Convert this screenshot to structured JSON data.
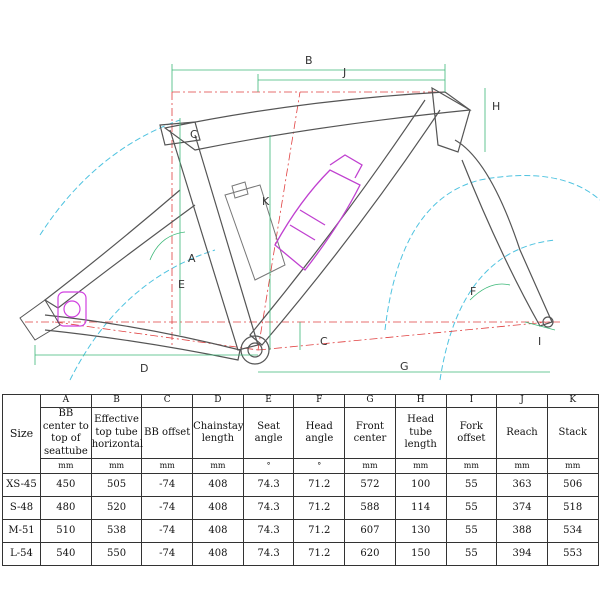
{
  "dimension_letters": [
    "A",
    "B",
    "C",
    "D",
    "E",
    "F",
    "G",
    "H",
    "I",
    "J",
    "K"
  ],
  "table": {
    "size_header": "Size",
    "columns": [
      {
        "letter": "A",
        "name": "BB center to top of seattube",
        "unit": "mm"
      },
      {
        "letter": "B",
        "name": "Effective top tube horizontal",
        "unit": "mm"
      },
      {
        "letter": "C",
        "name": "BB offset",
        "unit": "mm"
      },
      {
        "letter": "D",
        "name": "Chainstay length",
        "unit": "mm"
      },
      {
        "letter": "E",
        "name": "Seat angle",
        "unit": "°"
      },
      {
        "letter": "F",
        "name": "Head angle",
        "unit": "°"
      },
      {
        "letter": "G",
        "name": "Front center",
        "unit": "mm"
      },
      {
        "letter": "H",
        "name": "Head tube length",
        "unit": "mm"
      },
      {
        "letter": "I",
        "name": "Fork offset",
        "unit": "mm"
      },
      {
        "letter": "J",
        "name": "Reach",
        "unit": "mm"
      },
      {
        "letter": "K",
        "name": "Stack",
        "unit": "mm"
      }
    ],
    "rows": [
      {
        "size": "XS-45",
        "values": [
          "450",
          "505",
          "-74",
          "408",
          "74.3",
          "71.2",
          "572",
          "100",
          "55",
          "363",
          "506"
        ]
      },
      {
        "size": "S-48",
        "values": [
          "480",
          "520",
          "-74",
          "408",
          "74.3",
          "71.2",
          "588",
          "114",
          "55",
          "374",
          "518"
        ]
      },
      {
        "size": "M-51",
        "values": [
          "510",
          "538",
          "-74",
          "408",
          "74.3",
          "71.2",
          "607",
          "130",
          "55",
          "388",
          "534"
        ]
      },
      {
        "size": "L-54",
        "values": [
          "540",
          "550",
          "-74",
          "408",
          "74.3",
          "71.2",
          "620",
          "150",
          "55",
          "394",
          "553"
        ]
      }
    ]
  },
  "colors": {
    "frame": "#555555",
    "dimension": "#3cb878",
    "centerline": "#e04040",
    "wheel": "#4fc3e0",
    "bottle": "#c040d0",
    "caliper": "#d040e0"
  }
}
